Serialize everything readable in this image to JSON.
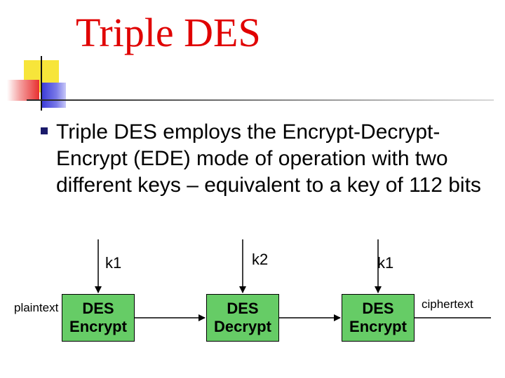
{
  "slide": {
    "title": "Triple DES",
    "bullet": "Triple DES employs the Encrypt-Decrypt-Encrypt (EDE) mode of operation with two different keys – equivalent to a key of 112 bits"
  },
  "diagram": {
    "stages": [
      {
        "line1": "DES",
        "line2": "Encrypt",
        "key": "k1"
      },
      {
        "line1": "DES",
        "line2": "Decrypt",
        "key": "k2"
      },
      {
        "line1": "DES",
        "line2": "Encrypt",
        "key": "k1"
      }
    ],
    "input_label": "plaintext",
    "output_label": "ciphertext",
    "box_color": "#66cc66"
  },
  "colors": {
    "title": "#e00000",
    "bullet_marker": "#1a1a6a"
  }
}
